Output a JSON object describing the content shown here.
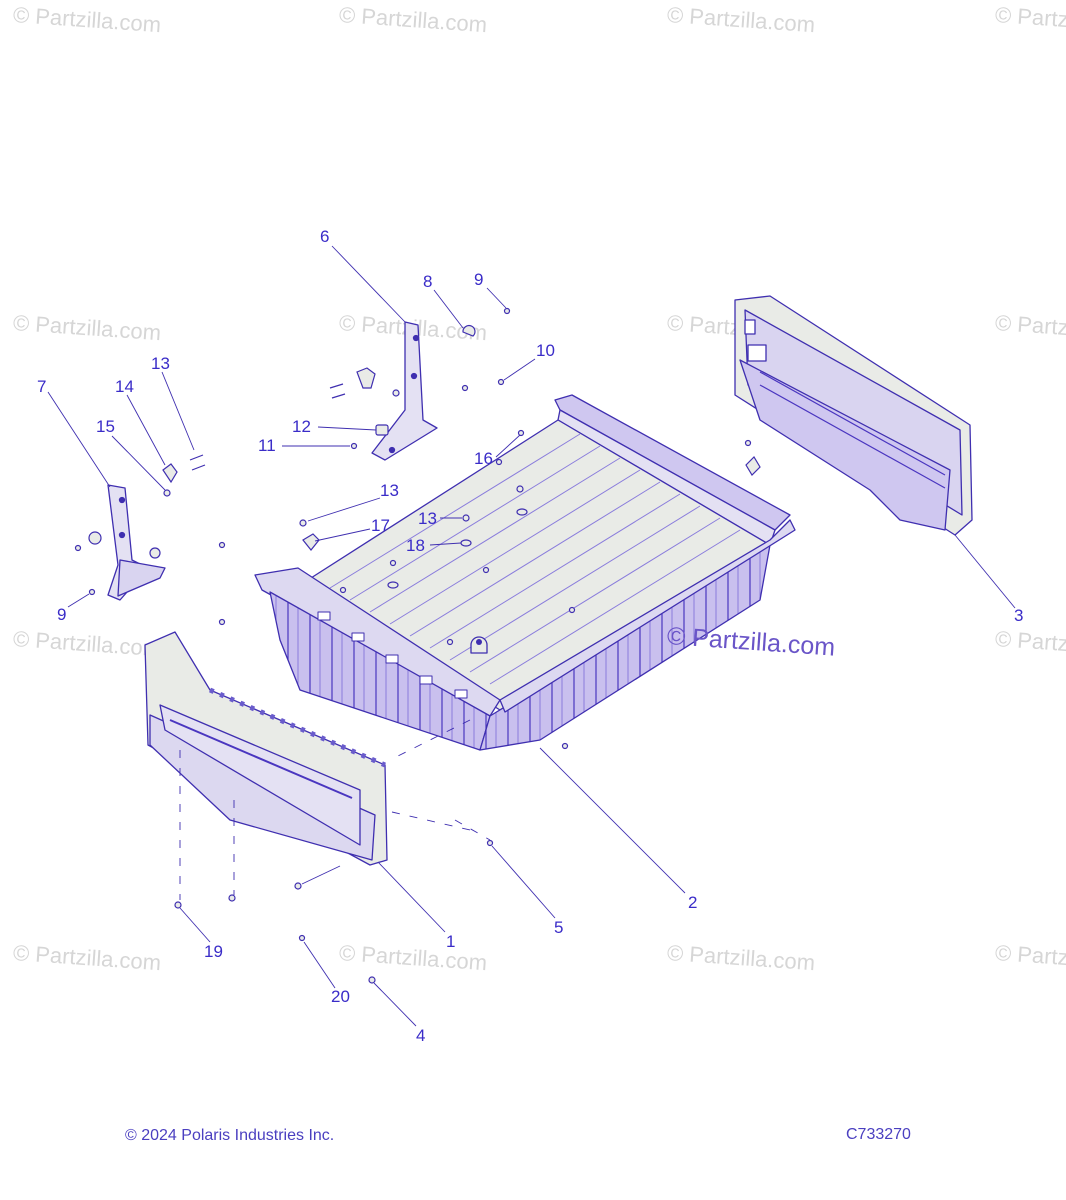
{
  "watermark": "© Partzilla.com",
  "watermark_prominent": "© Partzilla.com",
  "callouts": [
    "6",
    "8",
    "9",
    "10",
    "13",
    "14",
    "7",
    "15",
    "12",
    "11",
    "16",
    "13",
    "17",
    "13",
    "18",
    "9",
    "3",
    "2",
    "1",
    "5",
    "19",
    "20",
    "4"
  ],
  "footer": {
    "copyright": "© 2024 Polaris Industries Inc.",
    "diagram_code": "C733270"
  },
  "colors": {
    "line": "#3f2fb0",
    "part_fill": "#e9ebe7",
    "part_shade": "#b8aee6",
    "callout_text": "#3a2cc8",
    "watermark": "#d6d6d6"
  }
}
